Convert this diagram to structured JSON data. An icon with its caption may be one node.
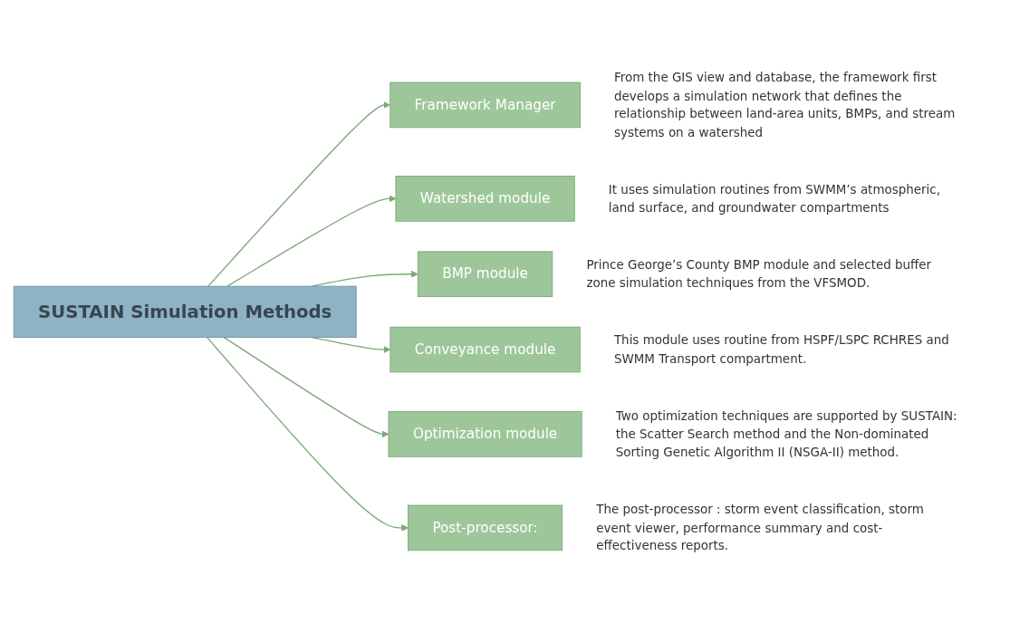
{
  "diagram": {
    "nodes": [
      {
        "text": [
          "SUSTAIN Simulation Methods"
        ]
      },
      {
        "text": [
          "Framework Manager"
        ],
        "beside": [
          "From the GIS view and database, the framework first develops a simulation network that defines the relationship between land-area units, BMPs, and stream systems on a watershed"
        ]
      },
      {
        "text": [
          "Watershed module"
        ],
        "beside": [
          "It uses simulation routines from SWMM’s atmospheric, land surface, and groundwater compartments"
        ]
      },
      {
        "text": [
          "BMP module"
        ],
        "beside": [
          "Prince George’s County BMP module and selected buffer zone simulation techniques from the VFSMOD."
        ]
      },
      {
        "text": [
          "Conveyance module"
        ],
        "beside": [
          "This module uses routine from HSPF/LSPC RCHRES and SWMM Transport compartment."
        ]
      },
      {
        "text": [
          "Optimization module"
        ],
        "beside": [
          "Two optimization techniques are supported by SUSTAIN: the Scatter Search method and the Non-dominated Sorting Genetic Algorithm II (NSGA-II) method."
        ]
      },
      {
        "text": [
          "Post-processor:"
        ],
        "beside": [
          "The post-processor : storm event classification, storm event viewer, performance summary and cost-effectiveness reports."
        ]
      }
    ],
    "edges": [
      {
        "from": 0,
        "to": 1,
        "arrow": "to"
      },
      {
        "from": 0,
        "to": 2,
        "arrow": "to"
      },
      {
        "from": 0,
        "to": 3,
        "arrow": "to"
      },
      {
        "from": 0,
        "to": 4,
        "arrow": "to"
      },
      {
        "from": 0,
        "to": 5,
        "arrow": "to"
      },
      {
        "from": 0,
        "to": 6,
        "arrow": "to"
      }
    ]
  }
}
